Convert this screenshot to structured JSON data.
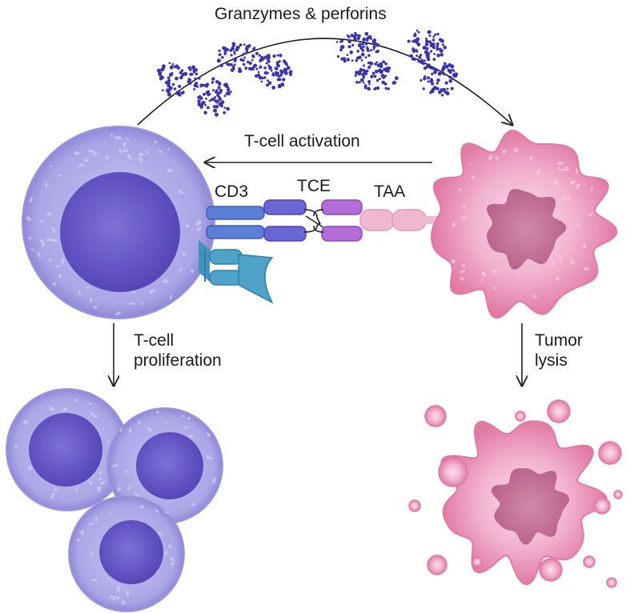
{
  "labels": {
    "granzymes": "Granzymes & perforins",
    "activation": "T-cell activation",
    "cd3": "CD3",
    "tce": "TCE",
    "taa": "TAA",
    "proliferation": "T-cell\nproliferation",
    "tumor_lysis": "Tumor\nlysis"
  },
  "colors": {
    "tcell_body": "#a9a4e3",
    "tcell_nucleus": "#6a5cc9",
    "tumor_body": "#e892b6",
    "tumor_nucleus": "#c7769b",
    "granule": "#3b35a8",
    "cd3": "#5b7fd6",
    "tce_left": "#6a66d4",
    "tce_right": "#b46cd6",
    "taa": "#f0b8cf",
    "tcr": "#4fa3c8"
  }
}
